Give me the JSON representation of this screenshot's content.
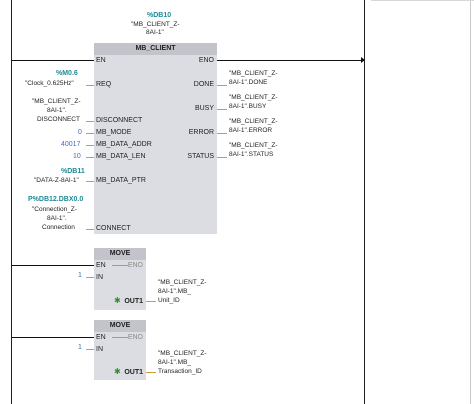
{
  "network1": {
    "instance_db": "%DB10",
    "instance_name": "\"MB_CLIENT_Z-",
    "instance_name2": "8AI-1\"",
    "block_title": "MB_CLIENT",
    "pins_in": {
      "en": "EN",
      "req": "REQ",
      "disconnect": "DISCONNECT",
      "mb_mode": "MB_MODE",
      "mb_data_addr": "MB_DATA_ADDR",
      "mb_data_len": "MB_DATA_LEN",
      "mb_data_ptr": "MB_DATA_PTR",
      "connect": "CONNECT"
    },
    "pins_out": {
      "eno": "ENO",
      "done": "DONE",
      "busy": "BUSY",
      "error": "ERROR",
      "status": "STATUS"
    },
    "operands_in": {
      "req_addr": "%M0.6",
      "req_tag": "\"Clock_0.625Hz\"",
      "disc_tag1": "\"MB_CLIENT_Z-",
      "disc_tag2": "8AI-1\".",
      "disc_tag3": "DISCONNECT",
      "mb_mode": "0",
      "mb_data_addr": "40017",
      "mb_data_len": "10",
      "ptr_db": "%DB11",
      "ptr_tag": "\"DATA-Z-8AI-1\"",
      "conn_addr": "P%DB12.DBX0.0",
      "conn_tag1": "\"Connection_Z-",
      "conn_tag2": "8AI-1\".",
      "conn_tag3": "Connection"
    },
    "operands_out": {
      "done1": "\"MB_CLIENT_Z-",
      "done2": "8AI-1\".DONE",
      "busy1": "\"MB_CLIENT_Z-",
      "busy2": "8AI-1\".BUSY",
      "error1": "\"MB_CLIENT_Z-",
      "error2": "8AI-1\".ERROR",
      "status1": "\"MB_CLIENT_Z-",
      "status2": "8AI-1\".STATUS"
    }
  },
  "move1": {
    "title": "MOVE",
    "en": "EN",
    "eno": "ENO",
    "in": "IN",
    "out": "OUT1",
    "in_value": "1",
    "out_tag1": "\"MB_CLIENT_Z-",
    "out_tag2": "8AI-1\".MB_",
    "out_tag3": "Unit_ID"
  },
  "move2": {
    "title": "MOVE",
    "en": "EN",
    "eno": "ENO",
    "in": "IN",
    "out": "OUT1",
    "in_value": "1",
    "out_tag1": "\"MB_CLIENT_Z-",
    "out_tag2": "8AI-1\".MB_",
    "out_tag3": "Transaction_ID"
  },
  "colors": {
    "block_body": "#dcdde2",
    "block_title": "#c3c4cb",
    "pin_line": "#d39a3a",
    "address_teal": "#1f8a96",
    "constant_blue": "#3a6fc2"
  }
}
